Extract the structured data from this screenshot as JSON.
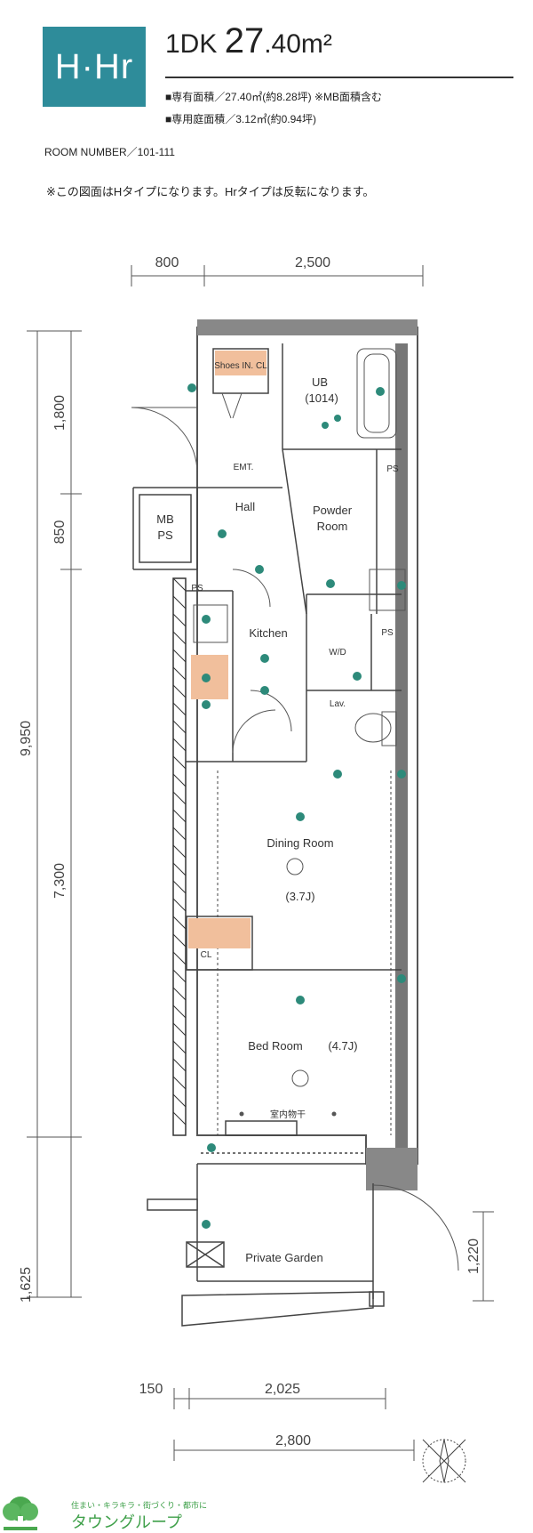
{
  "header": {
    "type_badge": "H·Hr",
    "layout": "1DK",
    "area_main": "27",
    "area_rest": ".40m²",
    "spec_private_area": "■専有面積／27.40㎡(約8.28坪) ※MB面積含む",
    "spec_garden_area": "■専用庭面積／3.12㎡(約0.94坪)",
    "room_number": "ROOM NUMBER／101-111",
    "note": "※この図面はHタイプになります。Hrタイプは反転になります。"
  },
  "dimensions": {
    "top_left": "800",
    "top_right": "2,500",
    "left_1": "1,800",
    "left_2": "850",
    "left_total": "9,950",
    "left_3": "7,300",
    "left_4": "1,625",
    "right_1": "1,220",
    "bottom_1": "150",
    "bottom_2": "2,025",
    "bottom_total": "2,800"
  },
  "rooms": {
    "shoes": "Shoes IN. CL",
    "ub": "UB",
    "ub_size": "(1014)",
    "emt": "EMT.",
    "ps": "PS",
    "mb": "MB",
    "mb_ps": "PS",
    "hall": "Hall",
    "powder": "Powder",
    "powder_room": "Room",
    "kitchen": "Kitchen",
    "wd": "W/D",
    "lav": "Lav.",
    "dining": "Dining Room",
    "dining_size": "(3.7J)",
    "cl": "CL",
    "bed": "Bed Room",
    "bed_size": "(4.7J)",
    "dryer": "室内物干",
    "garden": "Private Garden"
  },
  "footer": {
    "tagline": "住まい・キラキラ・街づくり・都市に",
    "brand": "タウングループ"
  },
  "colors": {
    "badge": "#2e8c9a",
    "accent_fill": "#f1bf9c",
    "fixture": "#2d8a7a",
    "brand": "#3fa04a"
  }
}
